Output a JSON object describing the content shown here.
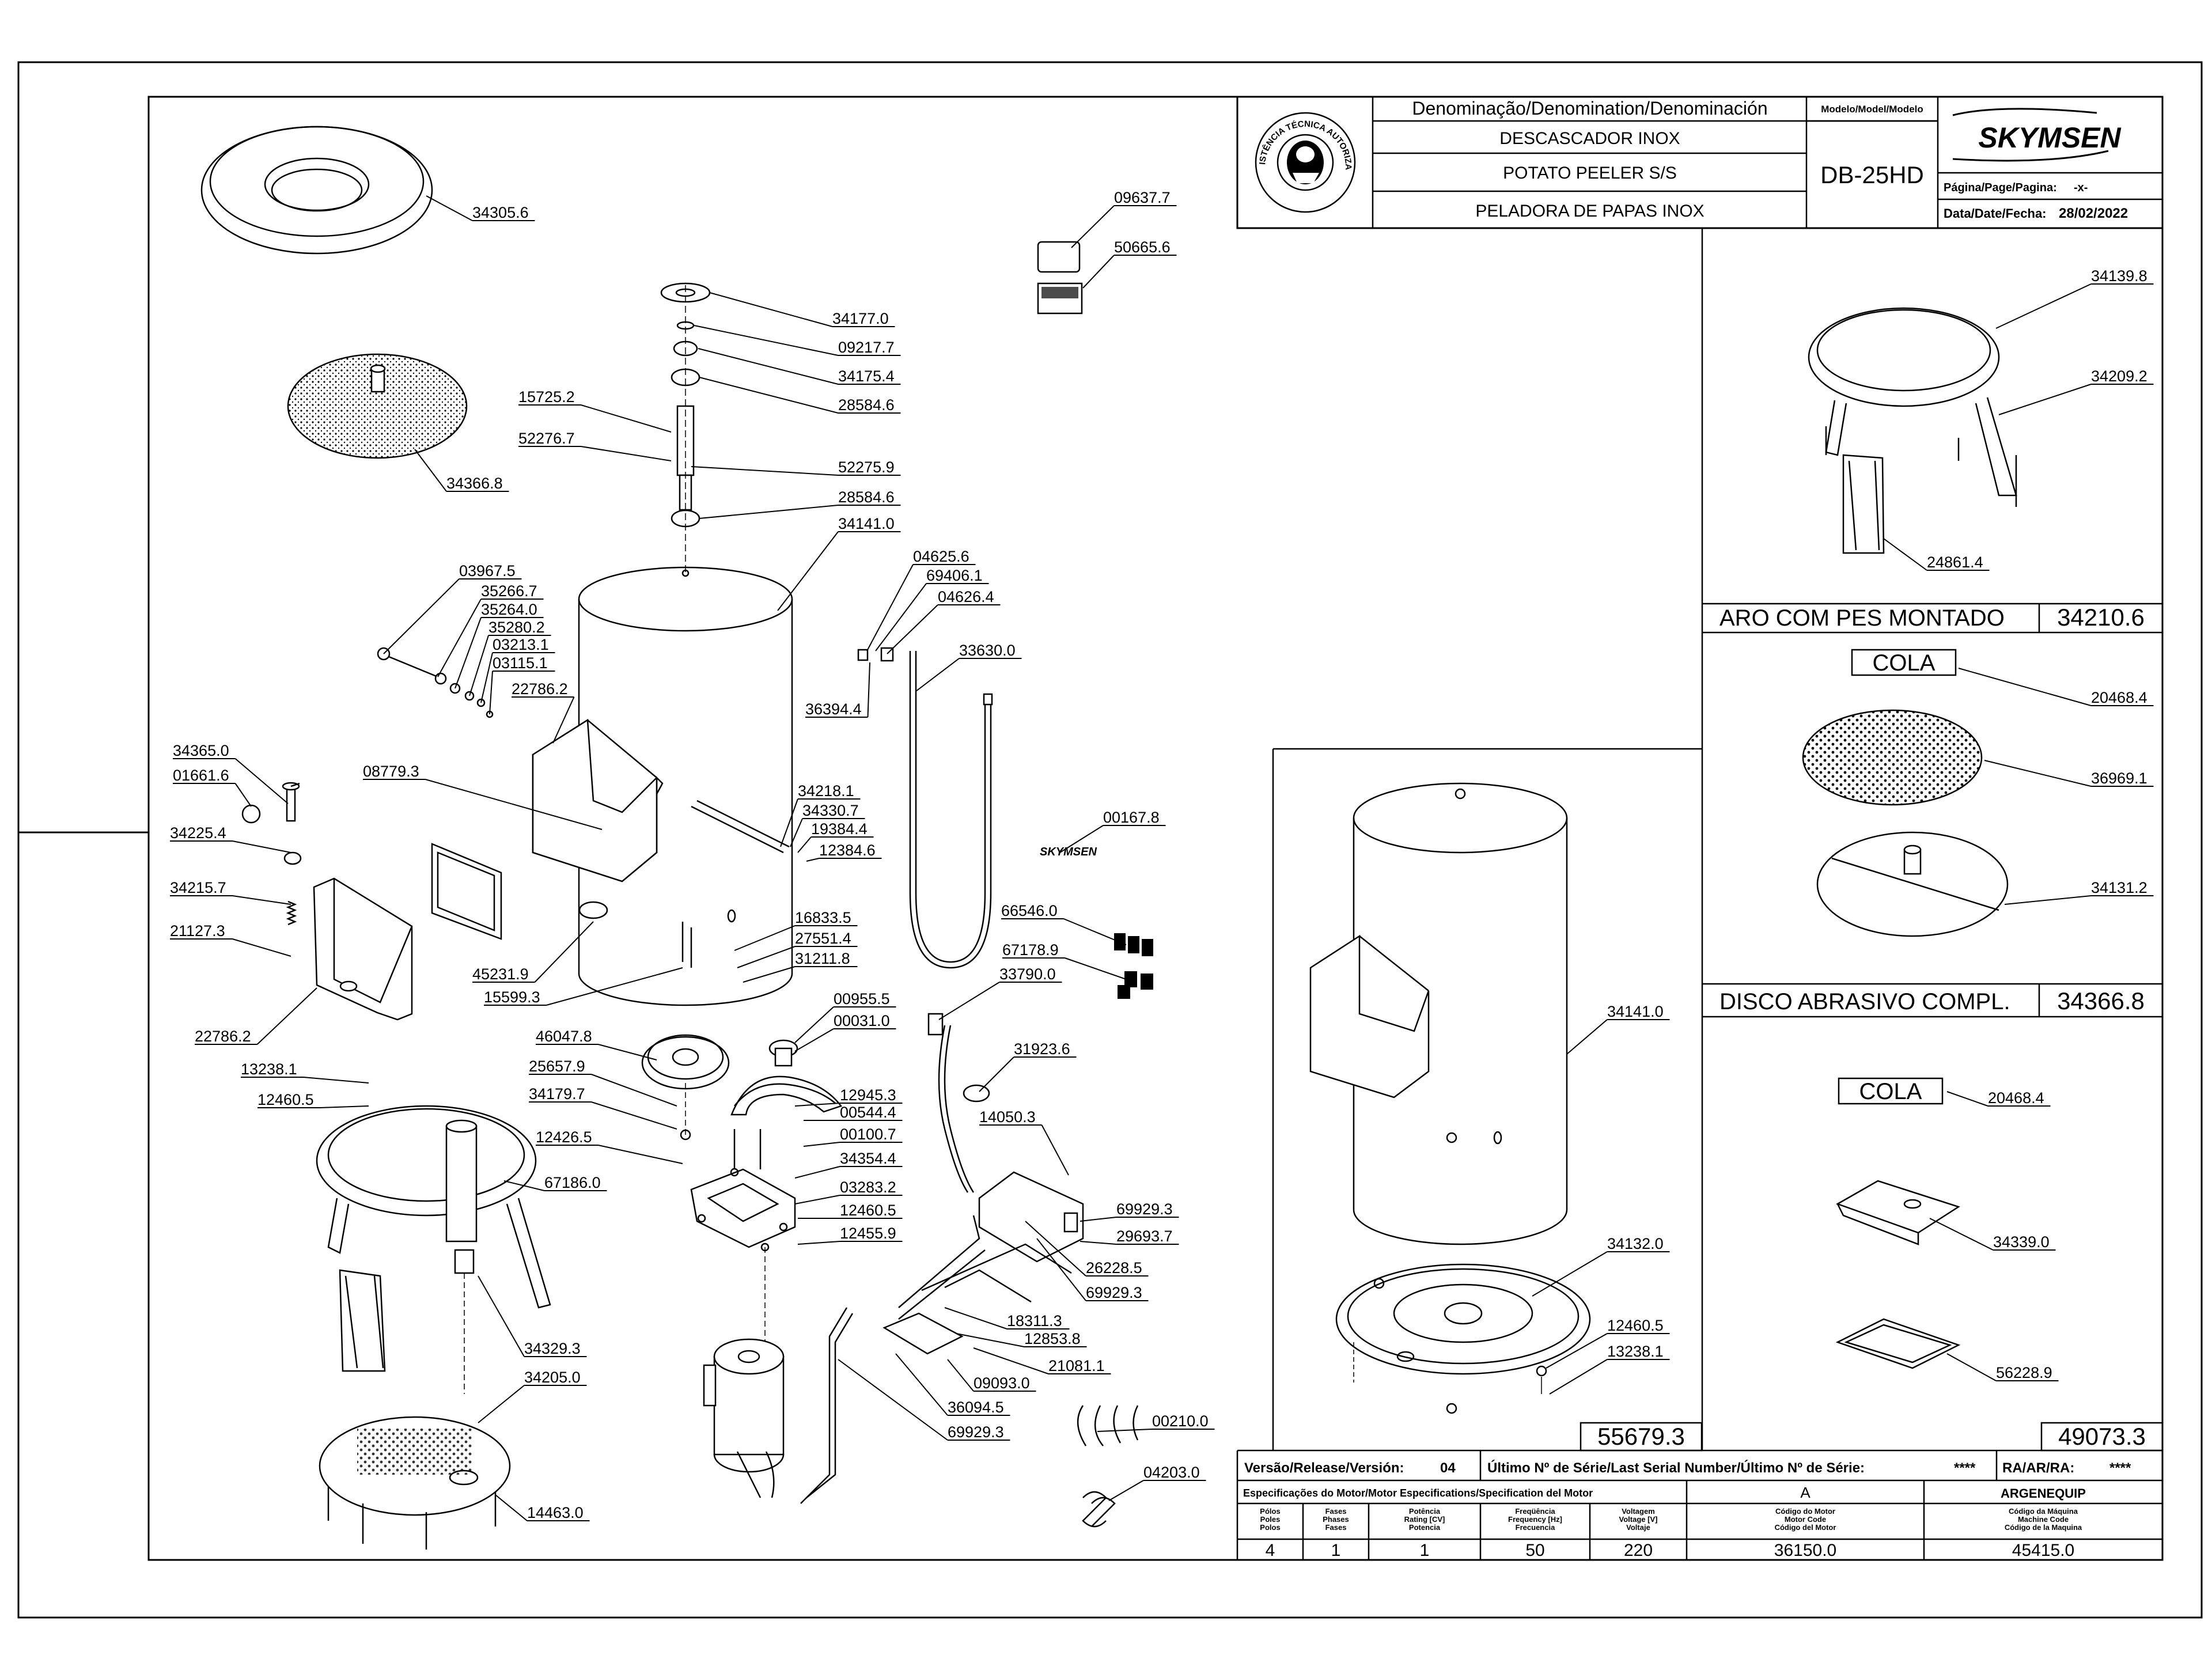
{
  "title_block": {
    "denomination_header": "Denominação/Denomination/Denominación",
    "model_header": "Modelo/Model/Modelo",
    "name_pt": "DESCASCADOR INOX",
    "name_en": "POTATO PEELER S/S",
    "name_es": "PELADORA DE PAPAS INOX",
    "model": "DB-25HD",
    "brand": "SKYMSEN",
    "page_label": "Página/Page/Pagina:",
    "page_value": "-x-",
    "date_label": "Data/Date/Fecha:",
    "date_value": "28/02/2022",
    "seal_text": "ASSISTÊNCIA TÉCNICA AUTORIZADA"
  },
  "subassemblies": [
    {
      "title": "ARO COM PES MONTADO",
      "code": "34210.6"
    },
    {
      "title": "DISCO ABRASIVO COMPL.",
      "code": "34366.8"
    }
  ],
  "cola_labels": [
    "COLA",
    "COLA"
  ],
  "drawing_refs": [
    "55679.3",
    "49073.3"
  ],
  "footer": {
    "version_label": "Versão/Release/Versión:",
    "version_value": "04",
    "serial_label": "Último Nº de Série/Last Serial Number/Último Nº de Série:",
    "serial_value": "****",
    "ra_label": "RA/AR/RA:",
    "ra_value": "****",
    "motor_spec_label": "Especificações do Motor/Motor Especifications/Specification del Motor",
    "motor_brand_code": "A",
    "motor_brand": "ARGENEQUIP",
    "columns": [
      {
        "head": [
          "Pólos",
          "Poles",
          "Polos"
        ],
        "value": "4"
      },
      {
        "head": [
          "Fases",
          "Phases",
          "Fases"
        ],
        "value": "1"
      },
      {
        "head": [
          "Potência",
          "Rating [CV]",
          "Potencia"
        ],
        "value": "1"
      },
      {
        "head": [
          "Freqüência",
          "Frequency [Hz]",
          "Frecuencia"
        ],
        "value": "50"
      },
      {
        "head": [
          "Voltagem",
          "Voltage [V]",
          "Voltaje"
        ],
        "value": "220"
      },
      {
        "head": [
          "Código do Motor",
          "Motor Code",
          "Código del Motor"
        ],
        "value": "36150.0"
      },
      {
        "head": [
          "Código da Máquina",
          "Machine Code",
          "Código de la Maquina"
        ],
        "value": "45415.0"
      }
    ]
  },
  "part_labels": [
    "34305.6",
    "09637.7",
    "50665.6",
    "34177.0",
    "09217.7",
    "34175.4",
    "28584.6",
    "15725.2",
    "52276.7",
    "52275.9",
    "34366.8",
    "28584.6",
    "34141.0",
    "03967.5",
    "35266.7",
    "35264.0",
    "35280.2",
    "03213.1",
    "03115.1",
    "22786.2",
    "04625.6",
    "69406.1",
    "04626.4",
    "33630.0",
    "36394.4",
    "34365.0",
    "01661.6",
    "08779.3",
    "34225.4",
    "34218.1",
    "34330.7",
    "19384.4",
    "12384.6",
    "00167.8",
    "34215.7",
    "21127.3",
    "66546.0",
    "16833.5",
    "27551.4",
    "31211.8",
    "67178.9",
    "45231.9",
    "15599.3",
    "33790.0",
    "22786.2",
    "46047.8",
    "00955.5",
    "00031.0",
    "31923.6",
    "13238.1",
    "25657.9",
    "12460.5",
    "34179.7",
    "12945.3",
    "00544.4",
    "14050.3",
    "00100.7",
    "12426.5",
    "34354.4",
    "67186.0",
    "03283.2",
    "69929.3",
    "12460.5",
    "29693.7",
    "12455.9",
    "26228.5",
    "69929.3",
    "18311.3",
    "12853.8",
    "21081.1",
    "34329.3",
    "09093.0",
    "34205.0",
    "36094.5",
    "00210.0",
    "69929.3",
    "14463.0",
    "04203.0",
    "34139.8",
    "34209.2",
    "24861.4",
    "20468.4",
    "36969.1",
    "34131.2",
    "34141.0",
    "20468.4",
    "34339.0",
    "34132.0",
    "12460.5",
    "13238.1",
    "56228.9"
  ]
}
